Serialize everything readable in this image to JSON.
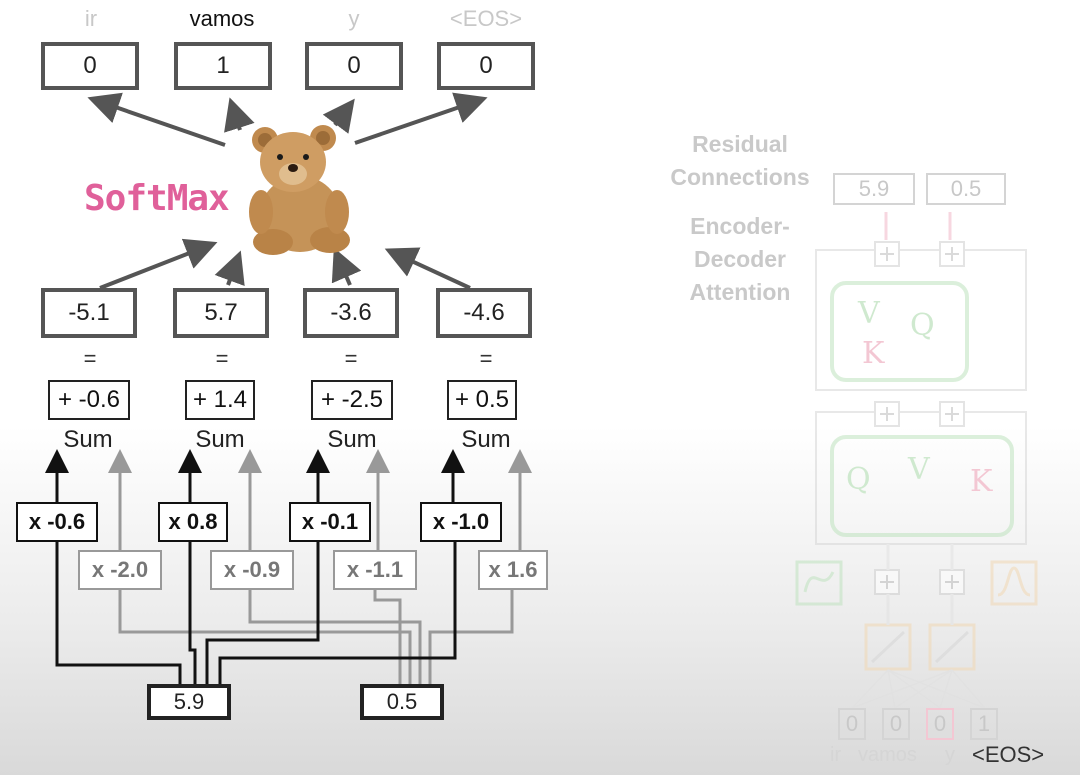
{
  "output": {
    "tokens": [
      "ir",
      "vamos",
      "y",
      "<EOS>"
    ],
    "values": [
      "0",
      "1",
      "0",
      "0"
    ]
  },
  "softmax": {
    "label": "SoftMax",
    "mascot_icon": "teddy-bear-icon"
  },
  "fc": {
    "results": [
      "-5.1",
      "5.7",
      "-3.6",
      "-4.6"
    ],
    "equals": [
      "=",
      "=",
      "=",
      "="
    ],
    "biases": [
      "+ -0.6",
      "+ 1.4",
      "+ -2.5",
      "+ 0.5"
    ],
    "sum_labels": [
      "Sum",
      "Sum",
      "Sum",
      "Sum"
    ],
    "weights_dark": [
      "x -0.6",
      "x 0.8",
      "x -0.1",
      "x -1.0"
    ],
    "weights_light": [
      "x -2.0",
      "x -0.9",
      "x -1.1",
      "x 1.6"
    ]
  },
  "encoded": {
    "values": [
      "5.9",
      "0.5"
    ]
  },
  "background_diagram": {
    "residual_label": "Residual Connections",
    "attention_label": "Encoder- Decoder Attention",
    "residual_values": [
      "5.9",
      "0.5"
    ],
    "letters_top": [
      "V",
      "Q",
      "K"
    ],
    "letters_mid": [
      "Q",
      "V",
      "K"
    ],
    "onehot": [
      "0",
      "0",
      "0",
      "1"
    ],
    "input_tokens": [
      "ir",
      "vamos",
      "y",
      "<EOS>"
    ]
  },
  "colors": {
    "softmax_pink": "#e0609a",
    "box_border": "#555555",
    "ghost_green": "#cfe9cf",
    "ghost_orange": "#f1d8b4",
    "ghost_pink": "#f3c7d3"
  }
}
